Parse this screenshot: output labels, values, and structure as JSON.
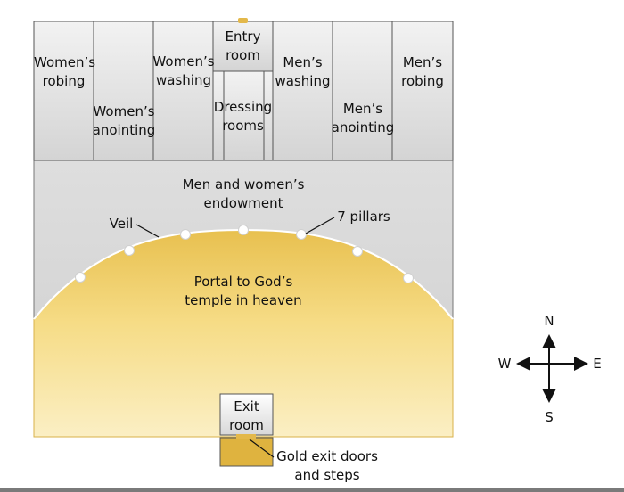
{
  "rooms": {
    "womens_robing": "Women’s robing",
    "womens_anointing": "Women’s anointing",
    "womens_washing": "Women’s washing",
    "entry_room": "Entry room",
    "dressing_rooms": "Dressing rooms",
    "mens_washing": "Men’s washing",
    "mens_anointing": "Men’s anointing",
    "mens_robing": "Men’s robing",
    "endowment": "Men and women’s endowment",
    "portal": "Portal to God’s temple in heaven",
    "exit_room": "Exit room"
  },
  "callouts": {
    "veil": "Veil",
    "pillars": "7 pillars",
    "gold_doors": "Gold exit doors and steps"
  },
  "pillar_count": 7,
  "compass": {
    "north": "N",
    "south": "S",
    "east": "E",
    "west": "W"
  },
  "colors": {
    "room_fill": "#e6e6e6",
    "hall_fill": "#dcdcdc",
    "gold": "#e3b84a",
    "gold_light": "#fbeeb9",
    "pillar": "#ffffff",
    "outline": "#555555"
  }
}
